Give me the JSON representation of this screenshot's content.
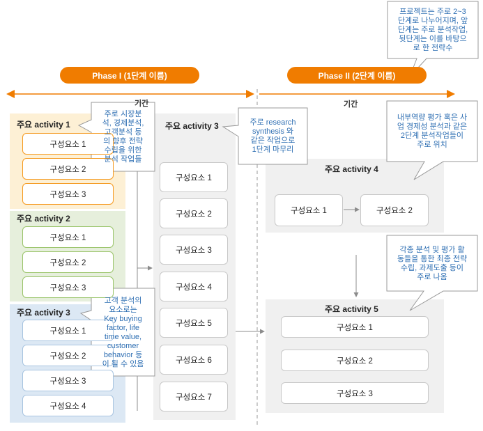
{
  "phases": [
    {
      "label": "Phase I (1단계 이름)"
    },
    {
      "label": "Phase II (2단계 이름)"
    }
  ],
  "timeline": {
    "left_label": "기간",
    "right_label": "기간"
  },
  "activities": [
    {
      "title": "주요 activity 1",
      "items": [
        "구성요소 1",
        "구성요소 2",
        "구성요소 3"
      ]
    },
    {
      "title": "주요 activity 2",
      "items": [
        "구성요소 1",
        "구성요소 2",
        "구성요소 3"
      ]
    },
    {
      "title": "주요 activity 3",
      "items": [
        "구성요소 1",
        "구성요소 2",
        "구성요소 3",
        "구성요소 4"
      ]
    },
    {
      "title": "주요 activity 3",
      "items": [
        "구성요소 1",
        "구성요소 2",
        "구성요소 3",
        "구성요소 4",
        "구성요소 5",
        "구성요소 6",
        "구성요소 7"
      ]
    },
    {
      "title": "주요 activity 4",
      "items": [
        "구성요소 1",
        "구성요소 2"
      ]
    },
    {
      "title": "주요 activity 5",
      "items": [
        "구성요소 1",
        "구성요소 2",
        "구성요소 3"
      ]
    }
  ],
  "callouts": [
    {
      "lines": [
        "프로젝트는 주로 2~3",
        "단계로 나누어지며, 앞",
        "단계는 주로 분석작업,",
        "뒷단계는 이를 바탕으",
        "로 한 전략수"
      ]
    },
    {
      "lines": [
        "주로 시장분",
        "석, 경제분석,",
        "고객분석 등",
        "의 향후 전략",
        "수립을 위한",
        "분석 작업들"
      ]
    },
    {
      "lines": [
        "주로 research",
        "synthesis 와",
        "같은 작업으로",
        "1단계 마무리"
      ]
    },
    {
      "lines": [
        "내부역량 평가 혹은 사",
        "업 경제성 분석과 같은",
        "2단계 분석작업들이",
        "주로 위치"
      ]
    },
    {
      "lines": [
        "각종 분석 및 평가 활",
        "동들을 통한 최종 전략",
        "수립, 과제도출 등이",
        "주로 나옴"
      ]
    },
    {
      "lines": [
        "고객 분석의",
        "요소로는",
        "Key buying",
        "factor, life",
        "time value,",
        "customer",
        "behavior 등",
        "이 될 수 있음"
      ]
    }
  ],
  "colors": {
    "accent": "#f07c00",
    "activity1_bg": "#fdf0d5",
    "activity2_bg": "#e6efdc",
    "activity3_bg": "#dce8f4",
    "gray_panel_bg": "#f0f0f0",
    "callout_text": "#2f6fb3"
  }
}
